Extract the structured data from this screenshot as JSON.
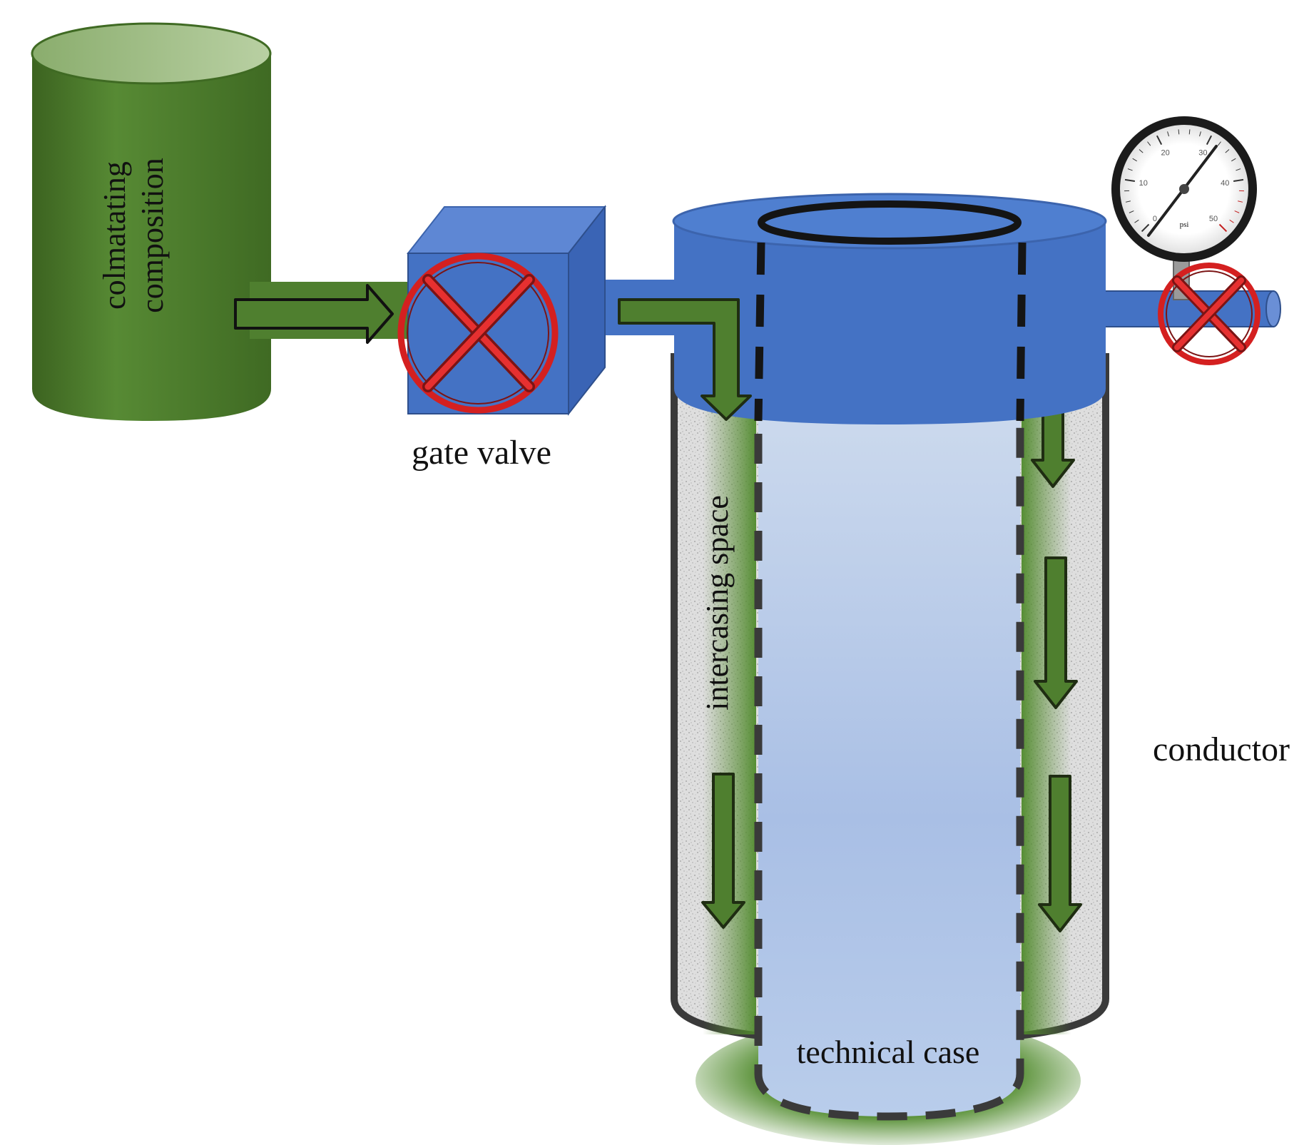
{
  "labels": {
    "tank_line1": "colmatating",
    "tank_line2": "composition",
    "gate_valve": "gate valve",
    "intercasing_space": "intercasing space",
    "conductor": "conductor",
    "technical_case": "technical case"
  },
  "gauge": {
    "scale_marks": [
      "0",
      "10",
      "20",
      "30",
      "40",
      "50"
    ],
    "unit": "psi"
  },
  "colors": {
    "composition_green": "#4f7f2f",
    "wellhead_blue": "#4472c4",
    "valve_red": "#e01818",
    "technical_case_fill": "#b7cbe9",
    "intercasing_fill": "#dcdcdc",
    "dashed_wall": "#3a3a3a"
  }
}
